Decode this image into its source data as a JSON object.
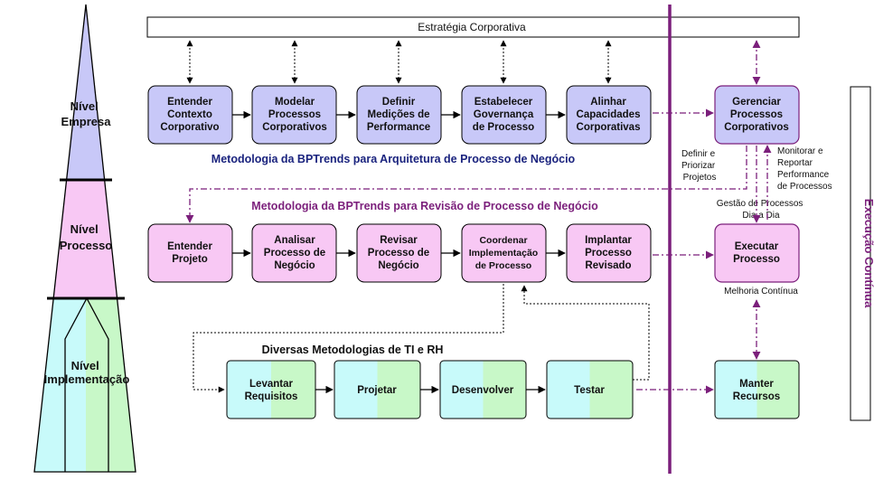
{
  "colors": {
    "enterprise_fill": "#c8c8f8",
    "process_fill": "#f8c8f4",
    "impl_cyan": "#c8fafa",
    "impl_green": "#c8f8c8",
    "purple": "#7b1f7b",
    "blue_title": "#1a237e"
  },
  "pyramid": {
    "enterprise": [
      "Nível",
      "Empresa"
    ],
    "process": [
      "Nível",
      "Processo"
    ],
    "implementation": [
      "Nível",
      "Implementação"
    ]
  },
  "strategy": "Estratégia Corporativa",
  "enterprise_row": {
    "title": "Metodologia da BPTrends para Arquitetura de Processo de Negócio",
    "boxes": [
      [
        "Entender",
        "Contexto",
        "Corporativo"
      ],
      [
        "Modelar",
        "Processos",
        "Corporativos"
      ],
      [
        "Definir",
        "Medições de",
        "Performance"
      ],
      [
        "Estabelecer",
        "Governança",
        "de Processo"
      ],
      [
        "Alinhar",
        "Capacidades",
        "Corporativas"
      ]
    ]
  },
  "process_row": {
    "title": "Metodologia da BPTrends para Revisão de Processo de Negócio",
    "boxes": [
      [
        "Entender",
        "Projeto"
      ],
      [
        "Analisar",
        "Processo de",
        "Negócio"
      ],
      [
        "Revisar",
        "Processo de",
        "Negócio"
      ],
      [
        "Coordenar",
        "Implementação",
        "de Processo"
      ],
      [
        "Implantar",
        "Processo",
        "Revisado"
      ]
    ]
  },
  "impl_row": {
    "title": "Diversas Metodologias de TI e RH",
    "boxes": [
      [
        "Levantar",
        "Requisitos"
      ],
      [
        "Projetar"
      ],
      [
        "Desenvolver"
      ],
      [
        "Testar"
      ]
    ]
  },
  "right_column": {
    "manage": [
      "Gerenciar",
      "Processos",
      "Corporativos"
    ],
    "execute": [
      "Executar",
      "Processo"
    ],
    "maintain": [
      "Manter",
      "Recursos"
    ],
    "define_label": [
      "Definir e",
      "Priorizar",
      "Projetos"
    ],
    "monitor_label": [
      "Monitorar e",
      "Reportar",
      "Performance",
      "de Processos"
    ],
    "daily_label": [
      "Gestão de Processos",
      "Dia a Dia"
    ],
    "improve_label": "Melhoria Contínua",
    "continuous_execution": "Execução Contínua"
  }
}
